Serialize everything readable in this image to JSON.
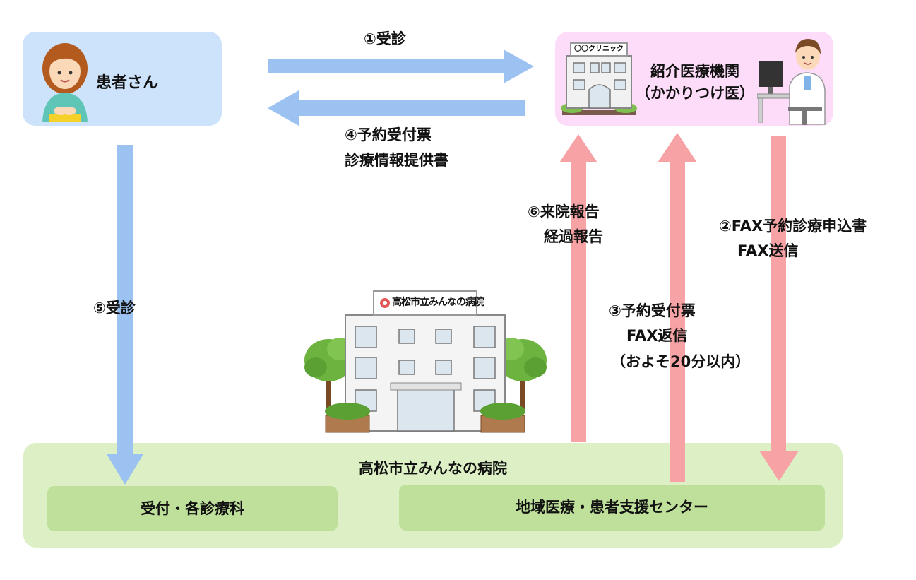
{
  "colors": {
    "patient_bg": "#cde3fb",
    "clinic_bg": "#fcdcf8",
    "hospital_bg": "#dcefc5",
    "department_bg": "#bfe09a",
    "blue_arrow": "#9cc2f2",
    "red_arrow": "#f7a3a5"
  },
  "icons": {
    "patient": "woman-patient-icon",
    "clinic": "clinic-building-icon",
    "doctor": "doctor-at-desk-icon",
    "hospital": "hospital-building-icon"
  },
  "patient": {
    "label": "患者さん"
  },
  "clinic": {
    "label_line1": "紹介医療機関",
    "label_line2": "（かかりつけ医）",
    "sign": "〇〇クリニック"
  },
  "hospital": {
    "name": "高松市立みんなの病院",
    "sign": "高松市立みんなの病院",
    "reception": "受付・各診療科",
    "support_center": "地域医療・患者支援センター"
  },
  "steps": {
    "s1": "①受診",
    "s2_line1": "②FAX予約診療申込書",
    "s2_line2": "FAX送信",
    "s3_line1": "③予約受付票",
    "s3_line2": "FAX返信",
    "s3_line3": "（およそ20分以内）",
    "s4_line1": "④予約受付票",
    "s4_line2": "診療情報提供書",
    "s5": "⑤受診",
    "s6_line1": "⑥来院報告",
    "s6_line2": "経過報告"
  }
}
